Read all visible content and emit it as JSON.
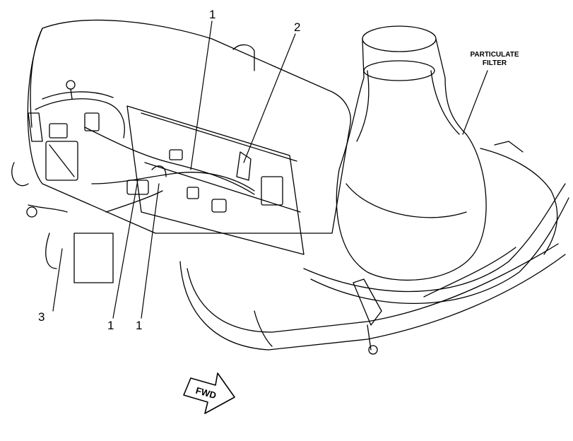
{
  "callouts": {
    "c1_top": "1",
    "c2": "2",
    "c3": "3",
    "c1_bottom_left": "1",
    "c1_bottom_right": "1"
  },
  "labels": {
    "particulate_filter_line1": "PARTICULATE",
    "particulate_filter_line2": "FILTER",
    "fwd": "FWD"
  },
  "colors": {
    "line": "#000000",
    "background": "#ffffff"
  }
}
